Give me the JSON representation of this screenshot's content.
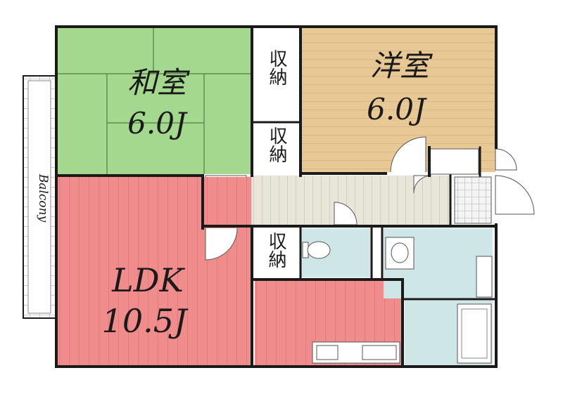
{
  "rooms": {
    "washitsu": {
      "name": "和室",
      "size": "6.0J",
      "color": "#a4d88e"
    },
    "youshitsu": {
      "name": "洋室",
      "size": "6.0J",
      "color": "#e8c995"
    },
    "ldk": {
      "name": "LDK",
      "size": "10.5J",
      "color": "#f08c8c"
    },
    "kitchen": {
      "color": "#f08c8c"
    },
    "hallway": {
      "color": "#e8e6d9"
    },
    "toilet": {
      "color": "#cfe6e6"
    },
    "washroom": {
      "color": "#cfe6e6"
    },
    "bath": {
      "color": "#cfe6e6"
    }
  },
  "closets": [
    {
      "id": "closet-1",
      "label": "収納"
    },
    {
      "id": "closet-2",
      "label": "収納"
    },
    {
      "id": "closet-3",
      "label": "収納"
    }
  ],
  "balcony": {
    "label": "Balcony"
  },
  "colors": {
    "wall": "#1a1a1a",
    "line": "#555555",
    "tatami_line": "#5a8a48",
    "floor_line": "#b5a27a",
    "ldk_line": "#c96868"
  }
}
